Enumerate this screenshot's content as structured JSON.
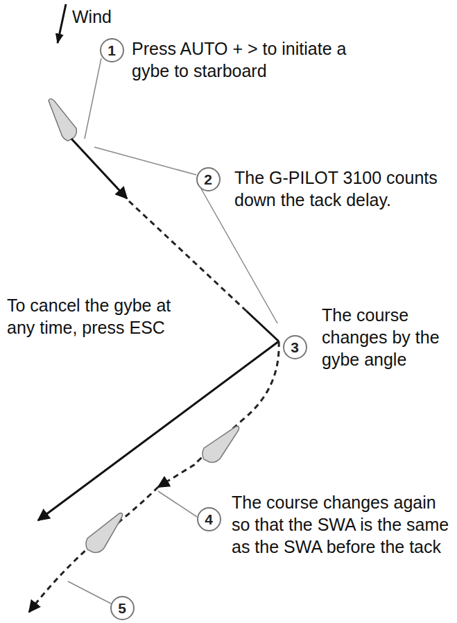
{
  "diagram": {
    "nodes": [
      {
        "text": [
          "1"
        ]
      },
      {
        "text": [
          "2"
        ]
      },
      {
        "text": [
          "3"
        ]
      },
      {
        "text": [
          "4"
        ]
      },
      {
        "text": [
          "5"
        ]
      }
    ],
    "labels": [
      "Wind",
      "Press AUTO + > to initiate a gybe to starboard",
      "The G-PILOT 3100 counts down the tack delay.",
      "To cancel the gybe at any time, press ESC",
      "The course changes by the gybe angle",
      "The course changes again so that the SWA is the same as the SWA before the tack"
    ]
  }
}
